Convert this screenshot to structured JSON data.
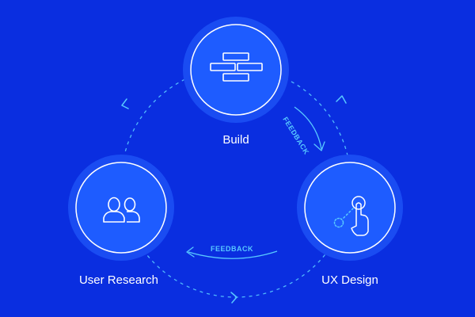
{
  "colors": {
    "background": "#0a2ee0",
    "circle_halo": "#1a4cf2",
    "circle_fill": "#1e5cff",
    "ring_stroke": "#ffffff",
    "icon_stroke": "#ffffff",
    "accent": "#58c9ff"
  },
  "nodes": {
    "build": {
      "label": "Build",
      "icon": "bricks-icon"
    },
    "user_research": {
      "label": "User Research",
      "icon": "users-icon"
    },
    "ux_design": {
      "label": "UX Design",
      "icon": "tap-gesture-icon"
    }
  },
  "feedback": {
    "build_to_ux": "FEEDBACK",
    "ux_to_research": "FEEDBACK"
  }
}
